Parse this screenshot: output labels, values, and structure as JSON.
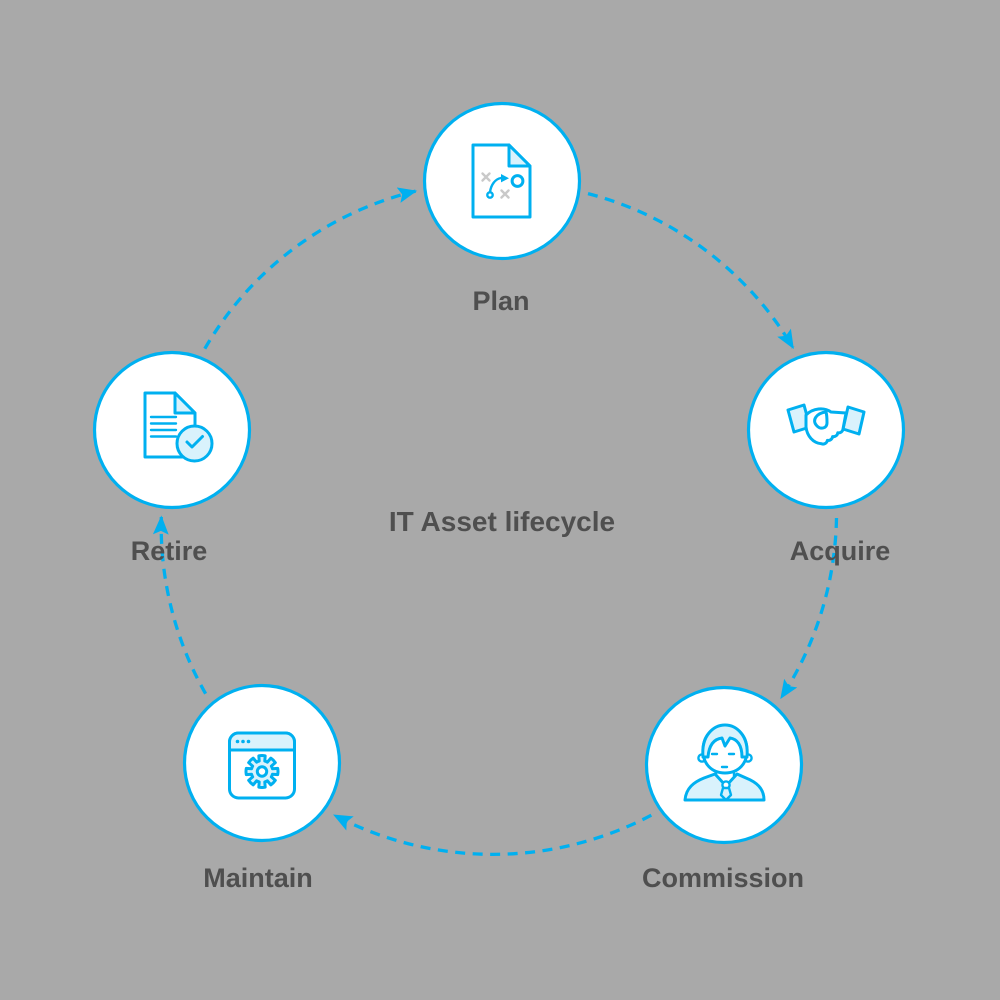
{
  "title": "IT Asset lifecycle",
  "colors": {
    "background": "#a9a9a9",
    "accent": "#00b0f0",
    "icon_light_fill": "#d9f2fc",
    "node_fill": "#ffffff",
    "label_text": "#4f4f4f",
    "sketch_gray": "#c9c9c9"
  },
  "diagram": {
    "type": "cycle",
    "direction": "clockwise",
    "nodes": [
      {
        "id": "plan",
        "label": "Plan",
        "icon": "strategy-document-icon"
      },
      {
        "id": "acquire",
        "label": "Acquire",
        "icon": "handshake-icon"
      },
      {
        "id": "commission",
        "label": "Commission",
        "icon": "businessman-icon"
      },
      {
        "id": "maintain",
        "label": "Maintain",
        "icon": "browser-gear-icon"
      },
      {
        "id": "retire",
        "label": "Retire",
        "icon": "document-approved-icon"
      }
    ],
    "edges": [
      {
        "from": "plan",
        "to": "acquire"
      },
      {
        "from": "acquire",
        "to": "commission"
      },
      {
        "from": "commission",
        "to": "maintain"
      },
      {
        "from": "maintain",
        "to": "retire"
      },
      {
        "from": "retire",
        "to": "plan"
      }
    ]
  }
}
